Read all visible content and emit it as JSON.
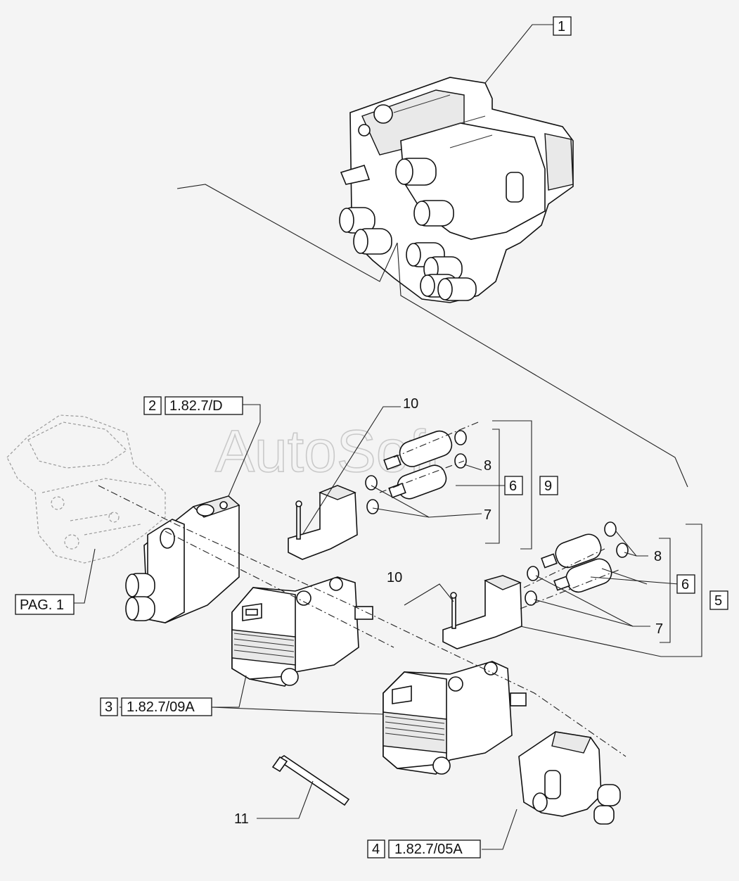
{
  "watermark": "AutoSoft",
  "callouts": {
    "c1": {
      "num": "1"
    },
    "c2": {
      "num": "2",
      "ref": "1.82.7/D"
    },
    "c3": {
      "num": "3",
      "ref": "1.82.7/09A"
    },
    "c4": {
      "num": "4",
      "ref": "1.82.7/05A"
    },
    "c5": {
      "num": "5"
    },
    "c6a": {
      "num": "6"
    },
    "c6b": {
      "num": "6"
    },
    "c9": {
      "num": "9"
    },
    "pag": {
      "text": "PAG. 1"
    }
  },
  "labels": {
    "l10a": "10",
    "l8a": "8",
    "l7a": "7",
    "l10b": "10",
    "l8b": "8",
    "l7b": "7",
    "l11": "11"
  }
}
